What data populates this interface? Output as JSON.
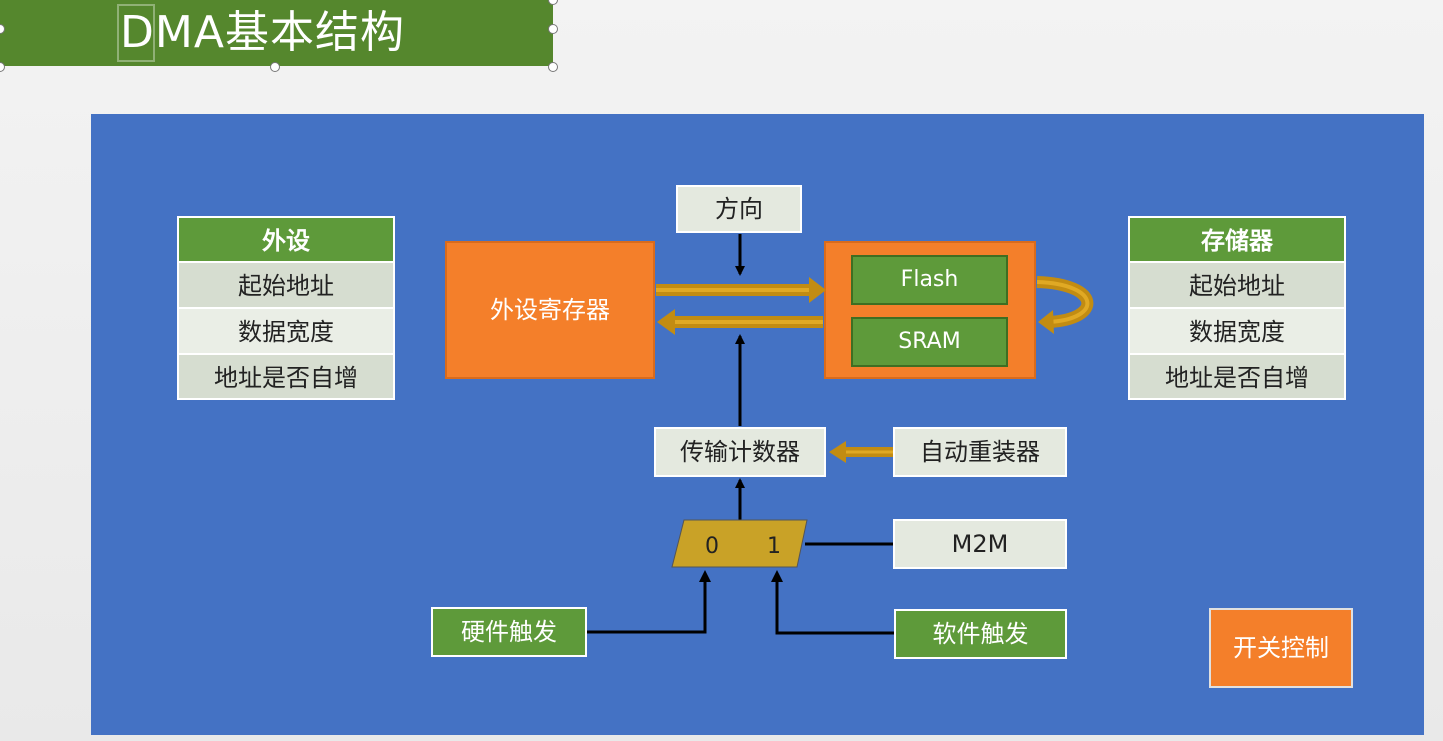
{
  "title": {
    "text": "DMA基本结构"
  },
  "peripheral_table": {
    "header": "外设",
    "rows": [
      "起始地址",
      "数据宽度",
      "地址是否自增"
    ]
  },
  "memory_table": {
    "header": "存储器",
    "rows": [
      "起始地址",
      "数据宽度",
      "地址是否自增"
    ]
  },
  "blocks": {
    "direction": "方向",
    "peripheral_register": "外设寄存器",
    "flash": "Flash",
    "sram": "SRAM",
    "transfer_counter": "传输计数器",
    "auto_reload": "自动重装器",
    "m2m": "M2M",
    "hardware_trigger": "硬件触发",
    "software_trigger": "软件触发",
    "switch_control": "开关控制",
    "mux_in0": "0",
    "mux_in1": "1"
  },
  "colors": {
    "canvas": "#4472c4",
    "green": "#5e9a3a",
    "orange": "#f47f2a",
    "mux": "#c9a227",
    "bus_arrow": "#c28c12"
  }
}
